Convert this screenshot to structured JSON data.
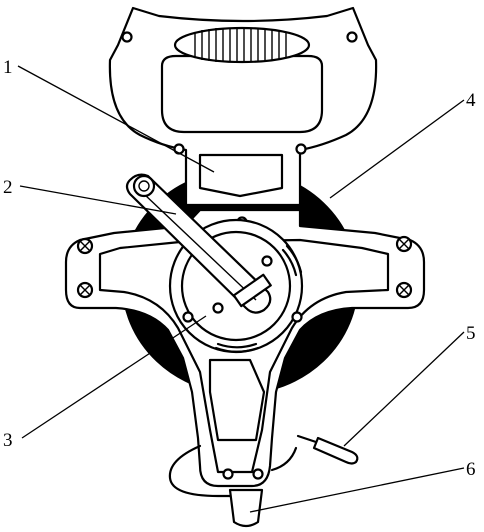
{
  "labels": [
    {
      "id": "1",
      "text": "1"
    },
    {
      "id": "2",
      "text": "2"
    },
    {
      "id": "3",
      "text": "3"
    },
    {
      "id": "4",
      "text": "4"
    },
    {
      "id": "5",
      "text": "5"
    },
    {
      "id": "6",
      "text": "6"
    }
  ],
  "colors": {
    "line": "#000000",
    "background": "#ffffff"
  }
}
